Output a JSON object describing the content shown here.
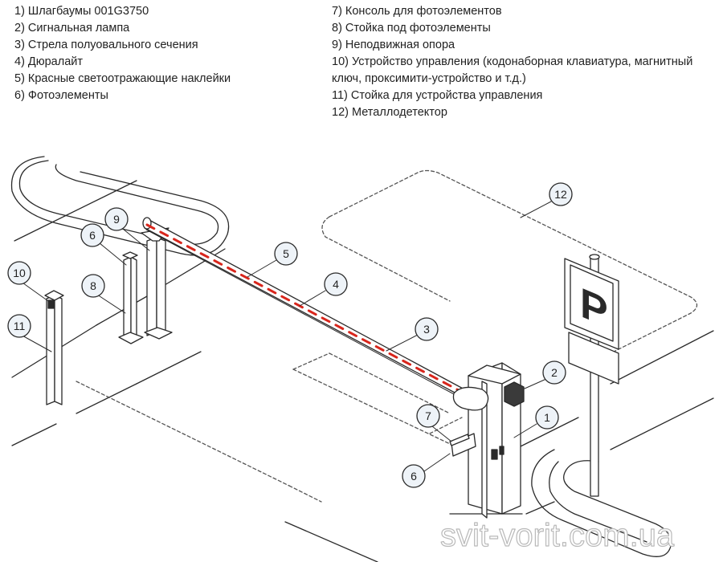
{
  "legend": {
    "left": [
      "1) Шлагбаумы 001G3750",
      "2) Сигнальная лампа",
      "3) Стрела полуовального сечения",
      "4) Дюралайт",
      "5) Красные светоотражающие наклейки",
      "6) Фотоэлементы"
    ],
    "right": [
      "7) Консоль для фотоэлементов",
      "8) Стойка под фотоэлементы",
      "9) Неподвижная опора",
      "10) Устройство управления (кодонаборная клавиатура, магнитный",
      "ключ, проксимити-устройство и т.д.)",
      "11) Стойка для устройства управления",
      "12) Металлодетектор"
    ]
  },
  "callouts": [
    "1",
    "2",
    "3",
    "4",
    "5",
    "6",
    "7",
    "8",
    "9",
    "10",
    "11",
    "12"
  ],
  "sign_letter": "P",
  "watermark": "svit-vorit.com.ua",
  "colors": {
    "line": "#2a2a2a",
    "reflector": "#d9261c",
    "callout_fill": "#eef3f8",
    "dashed": "#555555"
  }
}
